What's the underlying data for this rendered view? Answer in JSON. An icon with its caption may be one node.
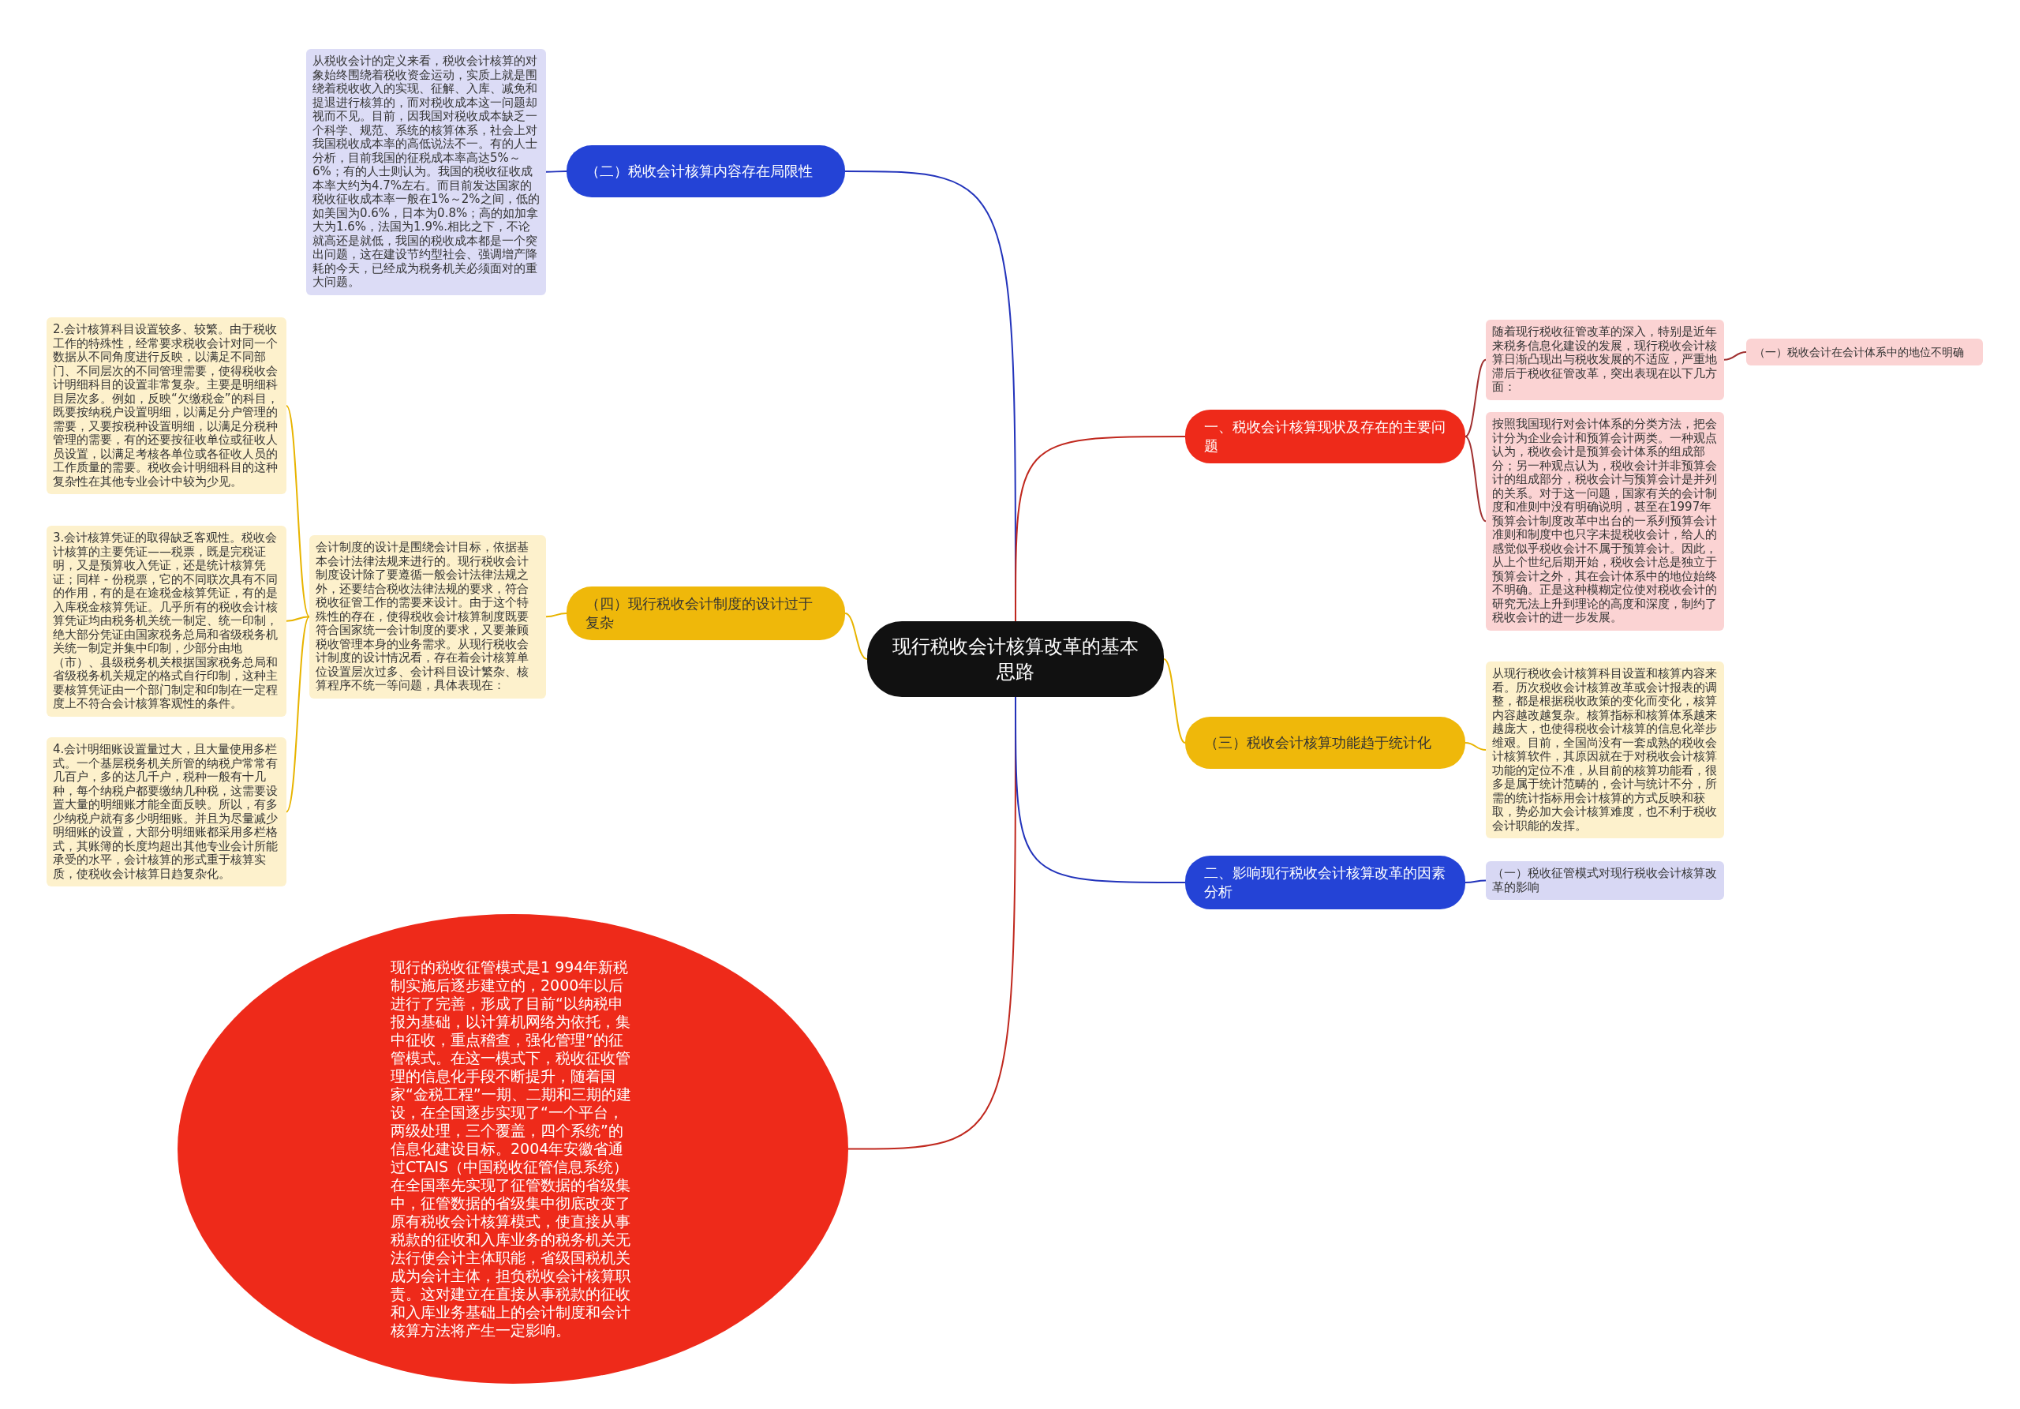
{
  "diagram": {
    "nodes": [
      {
        "text": [
          "现行税收会计核算改革的基本思路"
        ]
      },
      {
        "text": [
          "（二）税收会计核算内容存在局限性"
        ]
      },
      {
        "text": [
          "从税收会计的定义来看，税收会计核算的对象始终围绕着税收资金运动，实质上就是围绕着税收收入的实现、征解、入库、减免和提退进行核算的，而对税收成本这一问题却视而不见。目前，因我国对税收成本缺乏一个科学、规范、系统的核算体系，社会上对我国税收成本率的高低说法不一。有的人士分析，目前我国的征税成本率高达5%～6%；有的人士则认为。我国的税收征收成本率大约为4.7%左右。而目前发达国家的税收征收成本率一般在1%～2%之间，低的如美国为0.6%，日本为0.8%；高的如加拿大为1.6%，法国为1.9%.相比之下，不论就高还是就低，我国的税收成本都是一个突出问题，这在建设节约型社会、强调增产降耗的今天，已经成为税务机关必须面对的重大问题。"
        ]
      },
      {
        "text": [
          "（四）现行税收会计制度的设计过于复杂"
        ]
      },
      {
        "text": [
          "会计制度的设计是围绕会计目标，依据基本会计法律法规来进行的。现行税收会计制度设计除了要遵循一般会计法律法规之外，还要结合税收法律法规的要求，符合税收征管工作的需要来设计。由于这个特殊性的存在，使得税收会计核算制度既要符合国家统一会计制度的要求，又要兼顾税收管理本身的业务需求。从现行税收会计制度的设计情况看，存在着会计核算单位设置层次过多、会计科目设计繁杂、核算程序不统一等问题，具体表现在："
        ]
      },
      {
        "text": [
          "2.会计核算科目设置较多、较繁。由于税收工作的特殊性，经常要求税收会计对同一个数据从不同角度进行反映，以满足不同部门、不同层次的不同管理需要，使得税收会计明细科目的设置非常复杂。主要是明细科目层次多。例如，反映“欠缴税金”的科目，既要按纳税户设置明细，以满足分户管理的需要，又要按税种设置明细，以满足分税种管理的需要，有的还要按征收单位或征收人员设置，以满足考核各单位或各征收人员的工作质量的需要。税收会计明细科目的这种复杂性在其他专业会计中较为少见。"
        ]
      },
      {
        "text": [
          "3.会计核算凭证的取得缺乏客观性。税收会计核算的主要凭证——税票，既是完税证明，又是预算收入凭证，还是统计核算凭证；同样 - 份税票，它的不同联次具有不同的作用，有的是在途税金核算凭证，有的是入库税金核算凭证。几乎所有的税收会计核算凭证均由税务机关统一制定、统一印制，绝大部分凭证由国家税务总局和省级税务机关统一制定并集中印制，少部分由地（市）、县级税务机关根据国家税务总局和省级税务机关规定的格式自行印制，这种主要核算凭证由一个部门制定和印制在一定程度上不符合会计核算客观性的条件。"
        ]
      },
      {
        "text": [
          "4.会计明细账设置量过大，且大量使用多栏式。一个基层税务机关所管的纳税户常常有几百户，多的达几千户，税种一般有十几种，每个纳税户都要缴纳几种税，这需要设置大量的明细账才能全面反映。所以，有多少纳税户就有多少明细账。并且为尽量减少明细账的设置，大部分明细账都采用多栏格式，其账簿的长度均超出其他专业会计所能承受的水平，会计核算的形式重于核算实质，使税收会计核算日趋复杂化。"
        ]
      },
      {
        "text": [
          "现行的税收征管模式是1 994年新税制实施后逐步建立的，2000年以后进行了完善，形成了目前“以纳税申报为基础，以计算机网络为依托，集中征收，重点稽查，强化管理”的征管模式。在这一模式下，税收征收管理的信息化手段不断提升，随着国家“金税工程”一期、二期和三期的建设，在全国逐步实现了“一个平台，两级处理，三个覆盖，四个系统”的信息化建设目标。2004年安徽省通过CTAIS（中国税收征管信息系统）在全国率先实现了征管数据的省级集中，征管数据的省级集中彻底改变了原有税收会计核算模式，使直接从事税款的征收和入库业务的税务机关无法行使会计主体职能，省级国税机关成为会计主体，担负税收会计核算职责。这对建立在直接从事税款的征收和入库业务基础上的会计制度和会计核算方法将产生一定影响。"
        ]
      },
      {
        "text": [
          "一、税收会计核算现状及存在的主要问题"
        ]
      },
      {
        "text": [
          "随着现行税收征管改革的深入，特别是近年来税务信息化建设的发展，现行税收会计核算日渐凸现出与税收发展的不适应，严重地滞后于税收征管改革，突出表现在以下几方面："
        ]
      },
      {
        "text": [
          "（一）税收会计在会计体系中的地位不明确"
        ]
      },
      {
        "text": [
          "按照我国现行对会计体系的分类方法，把会计分为企业会计和预算会计两类。一种观点认为，税收会计是预算会计体系的组成部分；另一种观点认为，税收会计并非预算会计的组成部分，税收会计与预算会计是并列的关系。对于这一问题，国家有关的会计制度和准则中没有明确说明，甚至在1997年预算会计制度改革中出台的一系列预算会计准则和制度中也只字未提税收会计，给人的感觉似乎税收会计不属于预算会计。因此，从上个世纪后期开始，税收会计总是独立于预算会计之外，其在会计体系中的地位始终不明确。正是这种模糊定位使对税收会计的研究无法上升到理论的高度和深度，制约了税收会计的进一步发展。"
        ]
      },
      {
        "text": [
          "（三）税收会计核算功能趋于统计化"
        ]
      },
      {
        "text": [
          "从现行税收会计核算科目设置和核算内容来看。历次税收会计核算改革或会计报表的调整，都是根据税收政策的变化而变化，核算内容越改越复杂。核算指标和核算体系越来越庞大，也使得税收会计核算的信息化举步维艰。目前，全国尚没有一套成熟的税收会计核算软件，其原因就在于对税收会计核算功能的定位不准，从目前的核算功能看，很多是属于统计范畴的，会计与统计不分，所需的统计指标用会计核算的方式反映和获取，势必加大会计核算难度，也不利于税收会计职能的发挥。"
        ]
      },
      {
        "text": [
          "二、影响现行税收会计核算改革的因素分析"
        ]
      },
      {
        "text": [
          "（一）税收征管模式对现行税收会计核算改革的影响"
        ]
      }
    ],
    "edges": [
      {
        "from": 0,
        "to": 1,
        "arrow": "none",
        "color": "#2233bb"
      },
      {
        "from": 1,
        "to": 2,
        "arrow": "none",
        "color": "#2233bb"
      },
      {
        "from": 0,
        "to": 3,
        "arrow": "none",
        "color": "#e8b400"
      },
      {
        "from": 3,
        "to": 4,
        "arrow": "none",
        "color": "#e8b400"
      },
      {
        "from": 4,
        "to": 5,
        "arrow": "none",
        "color": "#e8b400"
      },
      {
        "from": 4,
        "to": 6,
        "arrow": "none",
        "color": "#e8b400"
      },
      {
        "from": 4,
        "to": 7,
        "arrow": "none",
        "color": "#e8b400"
      },
      {
        "from": 0,
        "to": 8,
        "arrow": "none",
        "color": "#c0281e"
      },
      {
        "from": 0,
        "to": 9,
        "arrow": "none",
        "color": "#c0281e"
      },
      {
        "from": 9,
        "to": 10,
        "arrow": "none",
        "color": "#a03030"
      },
      {
        "from": 9,
        "to": 12,
        "arrow": "none",
        "color": "#a03030"
      },
      {
        "from": 10,
        "to": 11,
        "arrow": "none",
        "color": "#a03030"
      },
      {
        "from": 0,
        "to": 13,
        "arrow": "none",
        "color": "#e8b400"
      },
      {
        "from": 13,
        "to": 14,
        "arrow": "none",
        "color": "#e8b400"
      },
      {
        "from": 0,
        "to": 15,
        "arrow": "none",
        "color": "#2233bb"
      },
      {
        "from": 15,
        "to": 16,
        "arrow": "none",
        "color": "#2233bb"
      }
    ]
  }
}
